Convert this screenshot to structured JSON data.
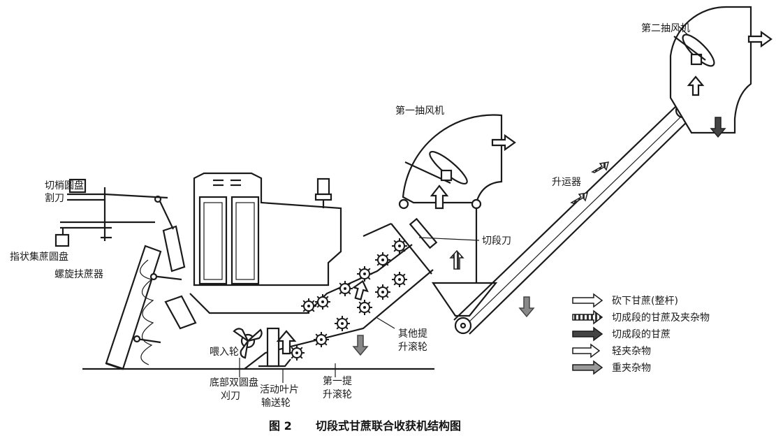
{
  "labels": {
    "top_cutter": "切梢圆盘割刀",
    "gather_disc": "指状集蔗圆盘",
    "spiral": "螺旋扶蔗器",
    "feed_wheel": "喂入轮",
    "base_cutter": "底部双圆盘刈刀",
    "blade_conveyor": "活动叶片输送轮",
    "first_roller": "第一提升滚轮",
    "other_rollers": "其他提升滚轮",
    "chopper": "切段刀",
    "fan1": "第一抽风机",
    "fan2": "第二抽风机",
    "elevator": "升运器"
  },
  "legend": [
    {
      "text": "砍下甘蔗(整杆)",
      "style": "hollow"
    },
    {
      "text": "切成段的甘蔗及夹杂物",
      "style": "striped"
    },
    {
      "text": "切成段的甘蔗",
      "style": "dark"
    },
    {
      "text": "轻夹杂物",
      "style": "hollow-small"
    },
    {
      "text": "重夹杂物",
      "style": "gray"
    }
  ],
  "caption": {
    "number": "图 2",
    "title": "切段式甘蔗联合收获机结构图"
  },
  "colors": {
    "ink": "#1a1a1a",
    "dark_arrow": "#444444",
    "gray_arrow": "#888888"
  }
}
